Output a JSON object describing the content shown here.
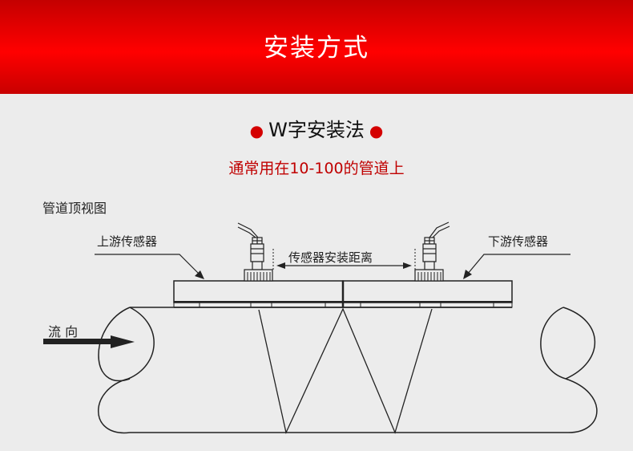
{
  "header": {
    "title": "安装方式"
  },
  "method": {
    "title": "W字安装法",
    "note": "通常用在10-100的管道上"
  },
  "diagram": {
    "view_label": "管道顶视图",
    "upstream_label": "上游传感器",
    "downstream_label": "下游传感器",
    "distance_label": "传感器安装距离",
    "flow_label": "流 向"
  },
  "colors": {
    "banner": "#ff0000",
    "accent": "#d40000",
    "note_text": "#c00000",
    "background": "#ececec",
    "line": "#222222"
  }
}
